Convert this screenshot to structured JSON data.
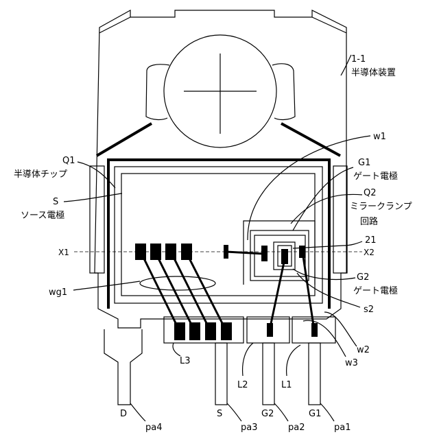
{
  "labels": {
    "device_ref": "1-1",
    "device_name": "半導体装置",
    "w1": "w1",
    "g1_ref": "G1",
    "g1_name": "ゲート電極",
    "q2_ref": "Q2",
    "q2_name_1": "ミラークランプ",
    "q2_name_2": "回路",
    "ref_21": "21",
    "x2": "X2",
    "x1": "X1",
    "g2_ref": "G2",
    "g2_name": "ゲート電極",
    "s2": "s2",
    "w2": "w2",
    "w3": "w3",
    "q1_ref": "Q1",
    "q1_name": "半導体チップ",
    "s_ref": "S",
    "s_name": "ソース電極",
    "wg1": "wg1",
    "l3": "L3",
    "l2": "L2",
    "l1": "L1",
    "pin_d": "D",
    "pin_s": "S",
    "pin_g2": "G2",
    "pin_g1": "G1",
    "pa4": "pa4",
    "pa3": "pa3",
    "pa2": "pa2",
    "pa1": "pa1"
  },
  "colors": {
    "line": "#000000",
    "background": "#ffffff"
  }
}
